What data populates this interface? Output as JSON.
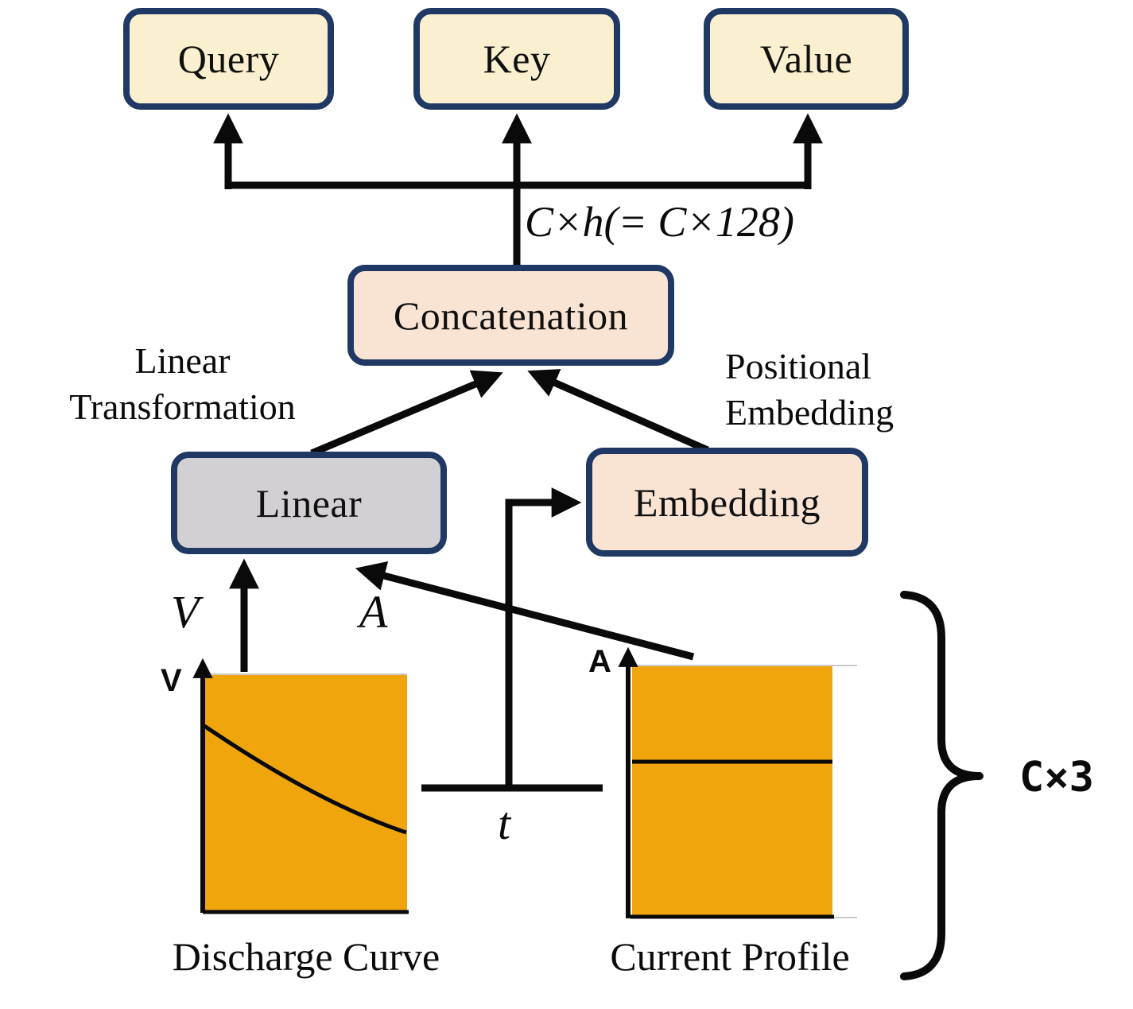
{
  "diagram": {
    "boxes": {
      "query": "Query",
      "key": "Key",
      "value": "Value",
      "concatenation": "Concatenation",
      "linear": "Linear",
      "embedding": "Embedding"
    },
    "annotations": {
      "dimension_top": "C×h(= C×128)",
      "linear_transformation": {
        "line1": "Linear",
        "line2": "Transformation"
      },
      "positional_embedding": {
        "line1": "Positional",
        "line2": "Embedding"
      },
      "v_input": "V",
      "a_input": "A",
      "t_label": "t",
      "dimension_right": "C×3"
    },
    "plots": {
      "discharge": {
        "axis_label": "V",
        "caption": "Discharge Curve"
      },
      "current": {
        "axis_label": "A",
        "caption": "Current Profile"
      }
    },
    "colors": {
      "box_cream": "#faf0d0",
      "box_peach": "#f9e4d4",
      "box_gray": "#d2d0d2",
      "border_navy": "#1f3864",
      "plot_orange": "#f0a50d",
      "line_black": "#0a0a0a",
      "plot_edge_gray": "#c9c9c9"
    }
  }
}
